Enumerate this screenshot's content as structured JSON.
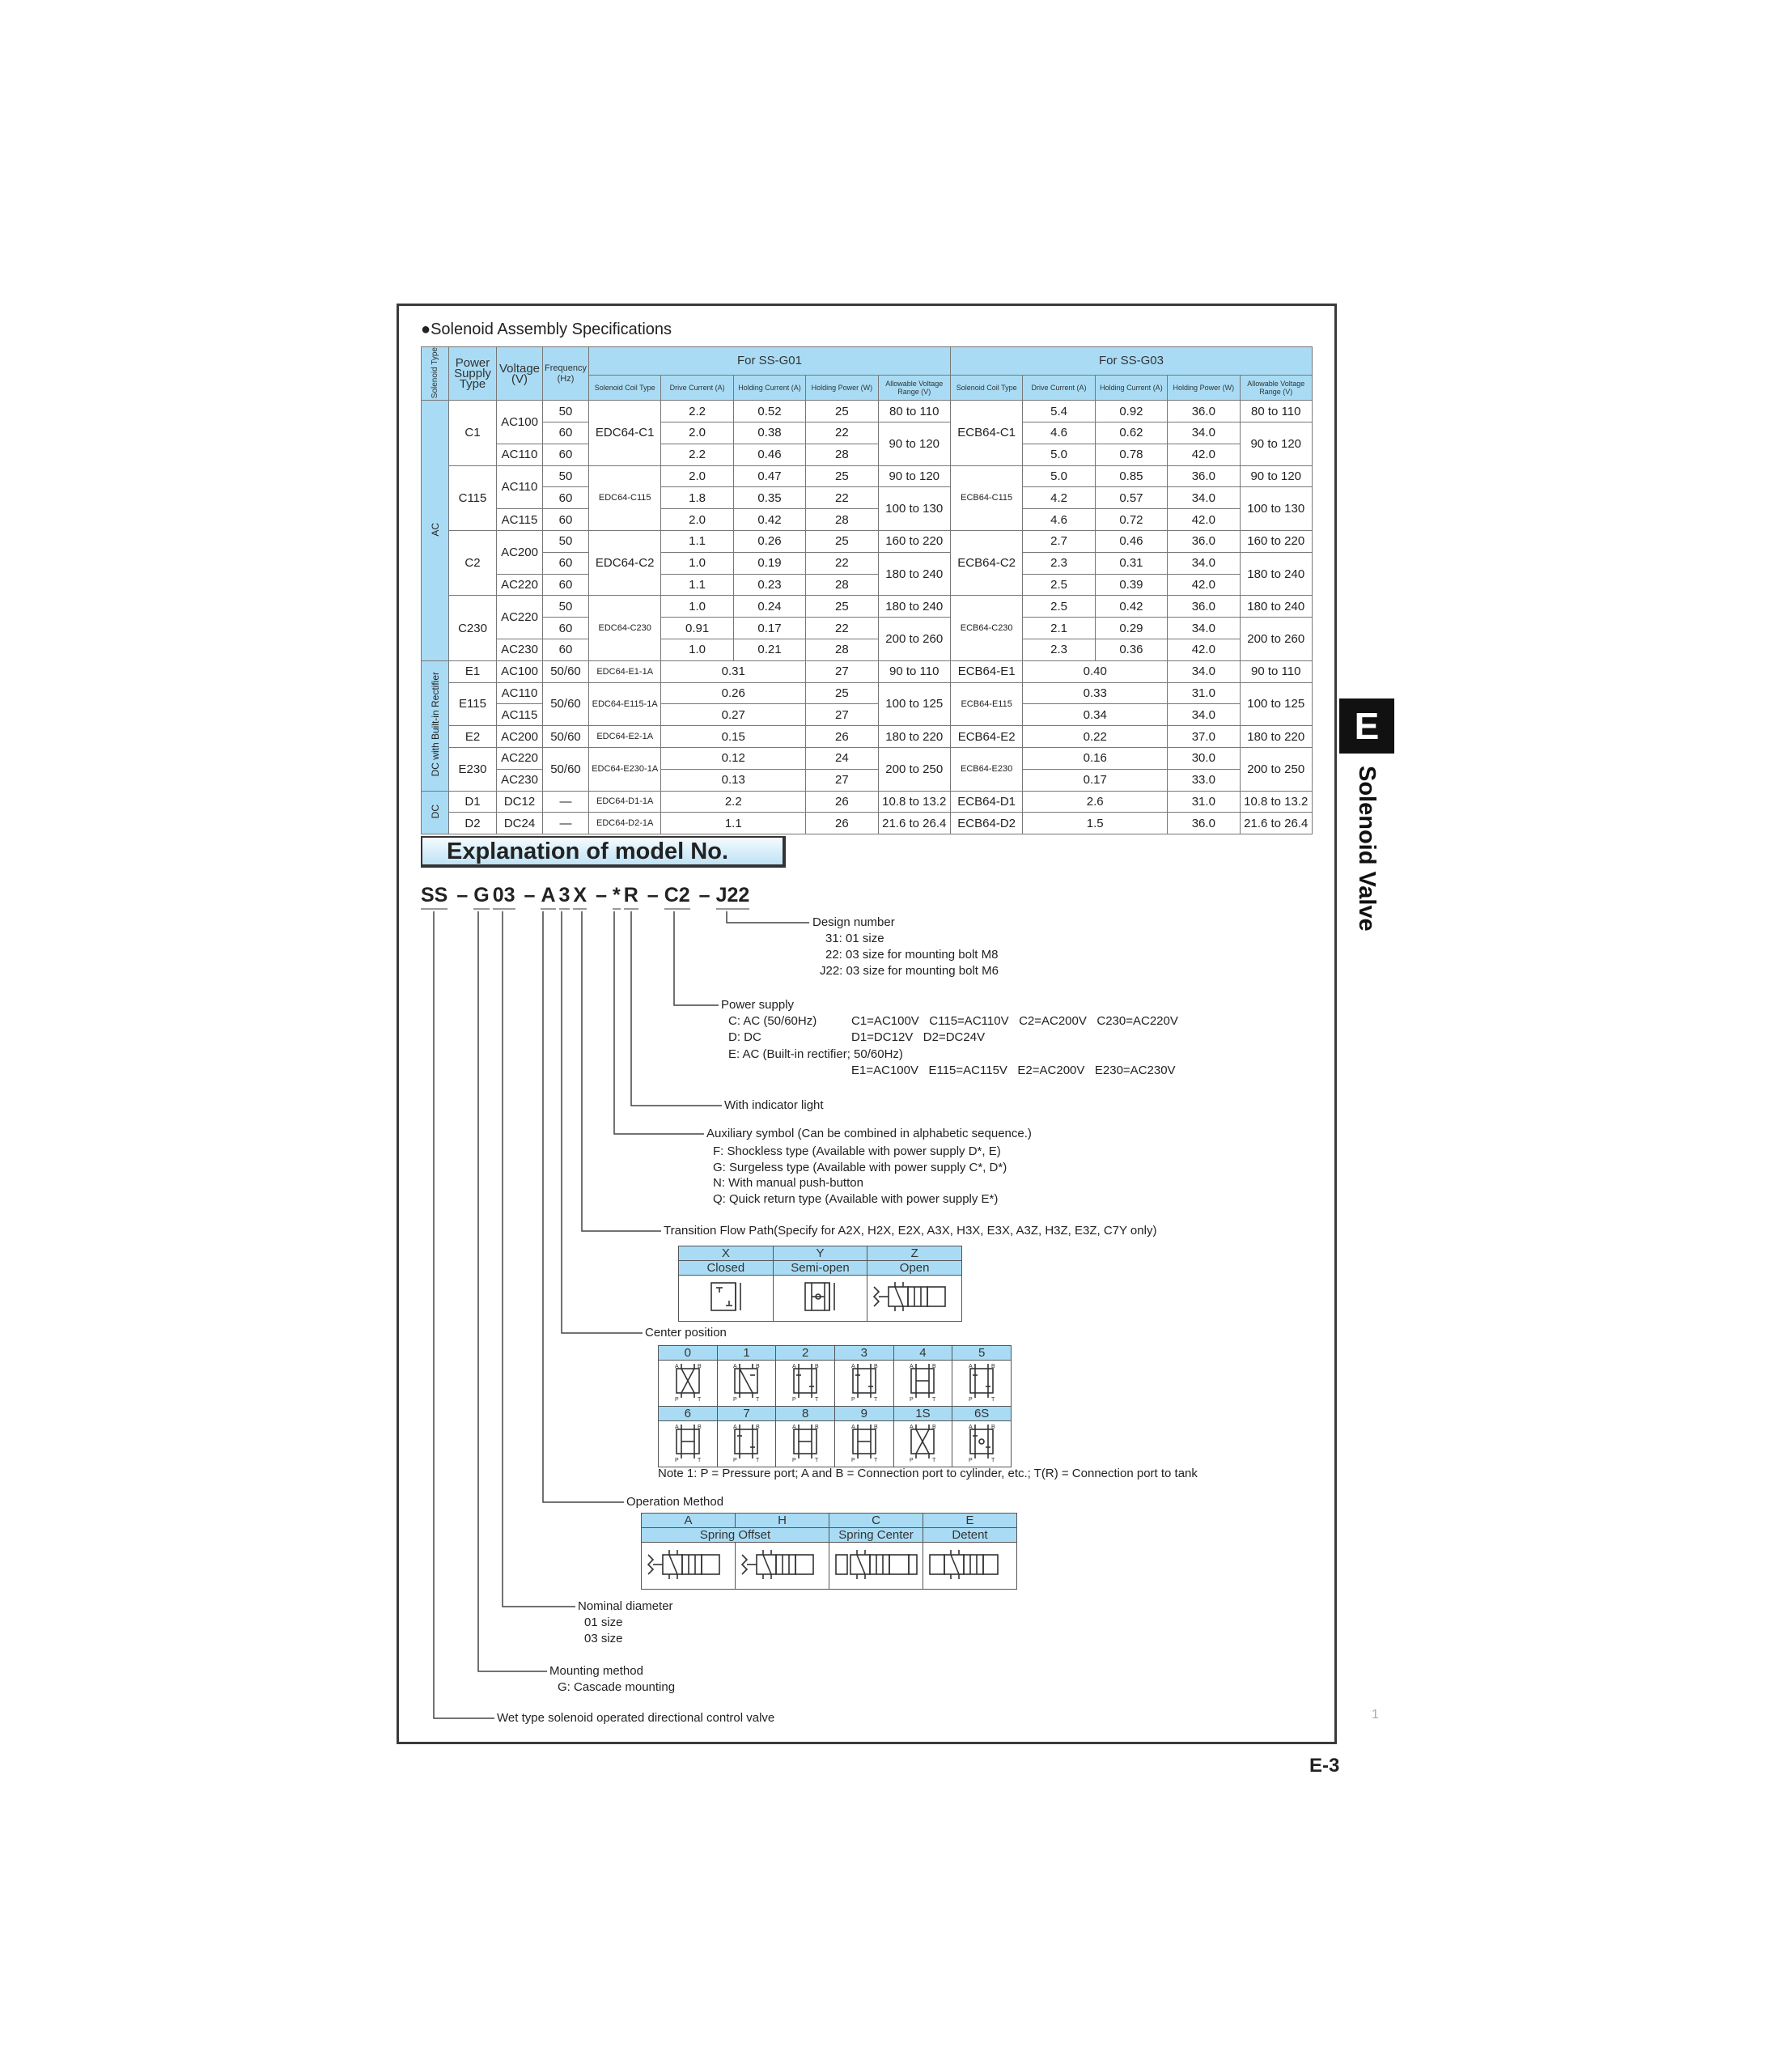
{
  "side_tab": {
    "letter": "E",
    "title": "Solenoid Valve"
  },
  "page_marker": "1",
  "page_ref": "E-3",
  "spec_title": "●Solenoid Assembly Specifications",
  "spec_table": {
    "header": {
      "solenoid_type": "Solenoid Type",
      "power_supply_type": "Power Supply Type",
      "voltage": "Voltage (V)",
      "frequency": "Frequency (Hz)",
      "for_g01": "For SS-G01",
      "for_g03": "For SS-G03",
      "sub": [
        "Solenoid Coil Type",
        "Drive Current (A)",
        "Holding Current (A)",
        "Holding Power (W)",
        "Allowable Voltage Range (V)",
        "Solenoid Coil Type",
        "Drive Current (A)",
        "Holding Current (A)",
        "Holding Power (W)",
        "Allowable Voltage Range (V)"
      ]
    },
    "rows": [
      [
        {
          "v": "AC",
          "rs": 12,
          "cat": true
        },
        {
          "v": "C1",
          "rs": 3
        },
        {
          "v": "AC100",
          "rs": 2
        },
        "50",
        {
          "v": "EDC64-C1",
          "rs": 3
        },
        "2.2",
        "0.52",
        "25",
        "80 to 110",
        {
          "v": "ECB64-C1",
          "rs": 3
        },
        "5.4",
        "0.92",
        "36.0",
        "80 to 110"
      ],
      [
        "60",
        "2.0",
        "0.38",
        "22",
        {
          "v": "90 to 120",
          "rs": 2
        },
        "4.6",
        "0.62",
        "34.0",
        {
          "v": "90 to 120",
          "rs": 2
        }
      ],
      [
        "AC110",
        "60",
        "2.2",
        "0.46",
        "28",
        "5.0",
        "0.78",
        "42.0"
      ],
      [
        {
          "v": "C115",
          "rs": 3
        },
        {
          "v": "AC110",
          "rs": 2
        },
        "50",
        {
          "v": "EDC64-C115",
          "rs": 3,
          "small": true
        },
        "2.0",
        "0.47",
        "25",
        "90 to 120",
        {
          "v": "ECB64-C115",
          "rs": 3,
          "small": true
        },
        "5.0",
        "0.85",
        "36.0",
        "90 to 120"
      ],
      [
        "60",
        "1.8",
        "0.35",
        "22",
        {
          "v": "100 to 130",
          "rs": 2
        },
        "4.2",
        "0.57",
        "34.0",
        {
          "v": "100 to 130",
          "rs": 2
        }
      ],
      [
        "AC115",
        "60",
        "2.0",
        "0.42",
        "28",
        "4.6",
        "0.72",
        "42.0"
      ],
      [
        {
          "v": "C2",
          "rs": 3
        },
        {
          "v": "AC200",
          "rs": 2
        },
        "50",
        {
          "v": "EDC64-C2",
          "rs": 3
        },
        "1.1",
        "0.26",
        "25",
        "160 to 220",
        {
          "v": "ECB64-C2",
          "rs": 3
        },
        "2.7",
        "0.46",
        "36.0",
        "160 to 220"
      ],
      [
        "60",
        "1.0",
        "0.19",
        "22",
        {
          "v": "180 to 240",
          "rs": 2
        },
        "2.3",
        "0.31",
        "34.0",
        {
          "v": "180 to 240",
          "rs": 2
        }
      ],
      [
        "AC220",
        "60",
        "1.1",
        "0.23",
        "28",
        "2.5",
        "0.39",
        "42.0"
      ],
      [
        {
          "v": "C230",
          "rs": 3
        },
        {
          "v": "AC220",
          "rs": 2
        },
        "50",
        {
          "v": "EDC64-C230",
          "rs": 3,
          "small": true
        },
        "1.0",
        "0.24",
        "25",
        "180 to 240",
        {
          "v": "ECB64-C230",
          "rs": 3,
          "small": true
        },
        "2.5",
        "0.42",
        "36.0",
        "180 to 240"
      ],
      [
        "60",
        "0.91",
        "0.17",
        "22",
        {
          "v": "200 to 260",
          "rs": 2
        },
        "2.1",
        "0.29",
        "34.0",
        {
          "v": "200 to 260",
          "rs": 2
        }
      ],
      [
        "AC230",
        "60",
        "1.0",
        "0.21",
        "28",
        "2.3",
        "0.36",
        "42.0"
      ],
      [
        {
          "v": "DC with Built-in Rectifier",
          "rs": 6,
          "cat": true
        },
        "E1",
        "AC100",
        "50/60",
        {
          "v": "EDC64-E1-1A",
          "small": true
        },
        {
          "v": "0.31",
          "cs": 2
        },
        "27",
        "90 to 110",
        "ECB64-E1",
        {
          "v": "0.40",
          "cs": 2
        },
        "34.0",
        "90 to 110"
      ],
      [
        {
          "v": "E115",
          "rs": 2
        },
        "AC110",
        {
          "v": "50/60",
          "rs": 2
        },
        {
          "v": "EDC64-E115-1A",
          "rs": 2,
          "small": true
        },
        {
          "v": "0.26",
          "cs": 2
        },
        "25",
        {
          "v": "100 to 125",
          "rs": 2
        },
        {
          "v": "ECB64-E115",
          "rs": 2,
          "small": true
        },
        {
          "v": "0.33",
          "cs": 2
        },
        "31.0",
        {
          "v": "100 to 125",
          "rs": 2
        }
      ],
      [
        "AC115",
        {
          "v": "0.27",
          "cs": 2
        },
        "27",
        {
          "v": "0.34",
          "cs": 2
        },
        "34.0"
      ],
      [
        "E2",
        "AC200",
        "50/60",
        {
          "v": "EDC64-E2-1A",
          "small": true
        },
        {
          "v": "0.15",
          "cs": 2
        },
        "26",
        "180 to 220",
        "ECB64-E2",
        {
          "v": "0.22",
          "cs": 2
        },
        "37.0",
        "180 to 220"
      ],
      [
        {
          "v": "E230",
          "rs": 2
        },
        "AC220",
        {
          "v": "50/60",
          "rs": 2
        },
        {
          "v": "EDC64-E230-1A",
          "rs": 2,
          "small": true
        },
        {
          "v": "0.12",
          "cs": 2
        },
        "24",
        {
          "v": "200 to 250",
          "rs": 2
        },
        {
          "v": "ECB64-E230",
          "rs": 2,
          "small": true
        },
        {
          "v": "0.16",
          "cs": 2
        },
        "30.0",
        {
          "v": "200 to 250",
          "rs": 2
        }
      ],
      [
        "AC230",
        {
          "v": "0.13",
          "cs": 2
        },
        "27",
        {
          "v": "0.17",
          "cs": 2
        },
        "33.0"
      ],
      [
        {
          "v": "DC",
          "rs": 2,
          "cat": true
        },
        "D1",
        "DC12",
        "—",
        {
          "v": "EDC64-D1-1A",
          "small": true
        },
        {
          "v": "2.2",
          "cs": 2
        },
        "26",
        "10.8 to 13.2",
        "ECB64-D1",
        {
          "v": "2.6",
          "cs": 2
        },
        "31.0",
        "10.8 to 13.2"
      ],
      [
        "D2",
        "DC24",
        "—",
        {
          "v": "EDC64-D2-1A",
          "small": true
        },
        {
          "v": "1.1",
          "cs": 2
        },
        "26",
        "21.6 to 26.4",
        "ECB64-D2",
        {
          "v": "1.5",
          "cs": 2
        },
        "36.0",
        "21.6 to 26.4"
      ]
    ]
  },
  "explanation": {
    "heading": "Explanation of model No.",
    "model_code": [
      "SS",
      "–",
      "G",
      "03",
      "–",
      "A",
      "3",
      "X",
      "–",
      "*",
      "R",
      "–",
      "C2",
      "–",
      "J22"
    ],
    "design_number": {
      "title": "Design number",
      "lines": [
        "31: 01 size",
        "22: 03 size for mounting bolt M8",
        "J22: 03 size for mounting bolt M6"
      ]
    },
    "power_supply": {
      "title": "Power supply",
      "rows": [
        [
          "C: AC (50/60Hz)",
          "C1=AC100V   C115=AC110V   C2=AC200V   C230=AC220V"
        ],
        [
          "D: DC",
          "D1=DC12V   D2=DC24V"
        ],
        [
          "E: AC (Built-in rectifier; 50/60Hz)",
          ""
        ],
        [
          "",
          "E1=AC100V   E115=AC115V   E2=AC200V   E230=AC230V"
        ]
      ]
    },
    "indicator": "With indicator light",
    "auxiliary": {
      "title": "Auxiliary symbol (Can be combined in alphabetic sequence.)",
      "lines": [
        "F: Shockless type (Available with power supply D*, E)",
        "G: Surgeless type (Available with power supply C*, D*)",
        "N: With manual push-button",
        "Q: Quick return type (Available with power supply E*)"
      ]
    },
    "transition": {
      "title": "Transition Flow Path(Specify for A2X, H2X, E2X, A3X, H3X, E3X, A3Z, H3Z, E3Z, C7Y only)",
      "codes": [
        "X",
        "Y",
        "Z"
      ],
      "names": [
        "Closed",
        "Semi-open",
        "Open"
      ]
    },
    "center": {
      "title": "Center position",
      "codes_row1": [
        "0",
        "1",
        "2",
        "3",
        "4",
        "5"
      ],
      "codes_row2": [
        "6",
        "7",
        "8",
        "9",
        "1S",
        "6S"
      ],
      "note": "Note 1: P = Pressure port; A and B = Connection port to cylinder, etc.; T(R) = Connection port to tank"
    },
    "operation": {
      "title": "Operation Method",
      "codes": [
        "A",
        "H",
        "C",
        "E"
      ],
      "names": [
        "Spring Offset",
        "Spring Center",
        "Detent"
      ]
    },
    "nominal": {
      "title": "Nominal diameter",
      "lines": [
        "01 size",
        "03 size"
      ]
    },
    "mounting": {
      "title": "Mounting method",
      "lines": [
        "G: Cascade mounting"
      ]
    },
    "wet_type": "Wet type solenoid operated directional control valve"
  }
}
